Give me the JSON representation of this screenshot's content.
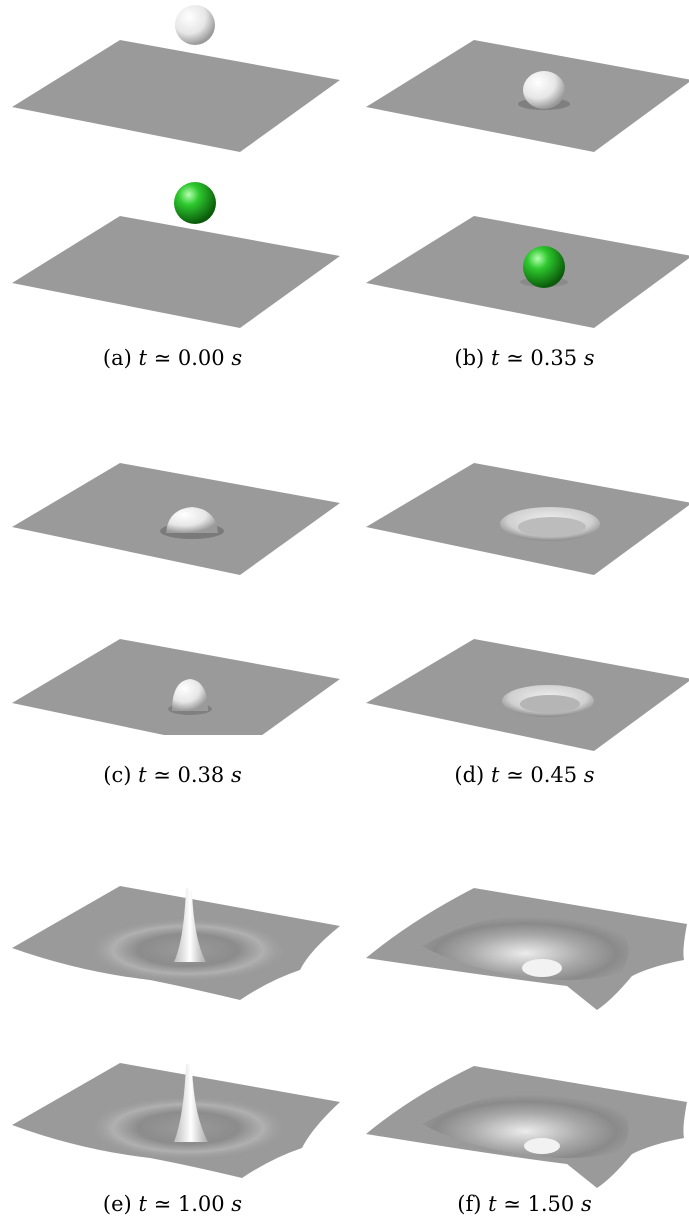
{
  "figure": {
    "panels": [
      {
        "id": "a",
        "label": "(a)",
        "time": "0.00",
        "unit": "s",
        "state": "drop above surface"
      },
      {
        "id": "b",
        "label": "(b)",
        "time": "0.35",
        "unit": "s",
        "state": "drop touching surface"
      },
      {
        "id": "c",
        "label": "(c)",
        "time": "0.38",
        "unit": "s",
        "state": "drop entering surface"
      },
      {
        "id": "d",
        "label": "(d)",
        "time": "0.45",
        "unit": "s",
        "state": "crater forming"
      },
      {
        "id": "e",
        "label": "(e)",
        "time": "1.00",
        "unit": "s",
        "state": "central jet with ripples"
      },
      {
        "id": "f",
        "label": "(f)",
        "time": "1.50",
        "unit": "s",
        "state": "wave propagating outward"
      }
    ],
    "colors": {
      "surface": "#9a9a9a",
      "surface_dark": "#7f7f7f",
      "droplet_white": "#f2f2f2",
      "droplet_green": "#1fa81f",
      "background": "#ffffff"
    }
  }
}
